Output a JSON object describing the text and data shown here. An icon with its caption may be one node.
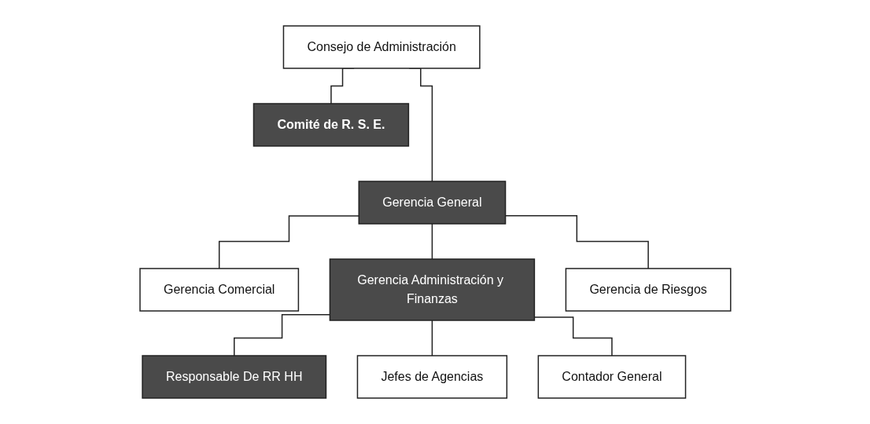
{
  "diagram": {
    "nodes": [
      {
        "text": [
          "Consejo de Administración"
        ]
      },
      {
        "text": [
          "Comité de R. S. E."
        ]
      },
      {
        "text": [
          "Gerencia General"
        ]
      },
      {
        "text": [
          "Gerencia Comercial"
        ]
      },
      {
        "text": [
          "Gerencia Administración y Finanzas"
        ]
      },
      {
        "text": [
          "Gerencia de Riesgos"
        ]
      },
      {
        "text": [
          "Responsable De RR HH"
        ]
      },
      {
        "text": [
          "Jefes de Agencias"
        ]
      },
      {
        "text": [
          "Contador General"
        ]
      }
    ],
    "edges": [
      {
        "from": 0,
        "to": 2,
        "arrow": "none"
      },
      {
        "from": 0,
        "to": 1,
        "arrow": "none"
      },
      {
        "from": 2,
        "to": 3,
        "arrow": "none"
      },
      {
        "from": 2,
        "to": 4,
        "arrow": "none"
      },
      {
        "from": 2,
        "to": 5,
        "arrow": "none"
      },
      {
        "from": 4,
        "to": 6,
        "arrow": "none"
      },
      {
        "from": 4,
        "to": 7,
        "arrow": "none"
      },
      {
        "from": 4,
        "to": 8,
        "arrow": "none"
      }
    ]
  }
}
